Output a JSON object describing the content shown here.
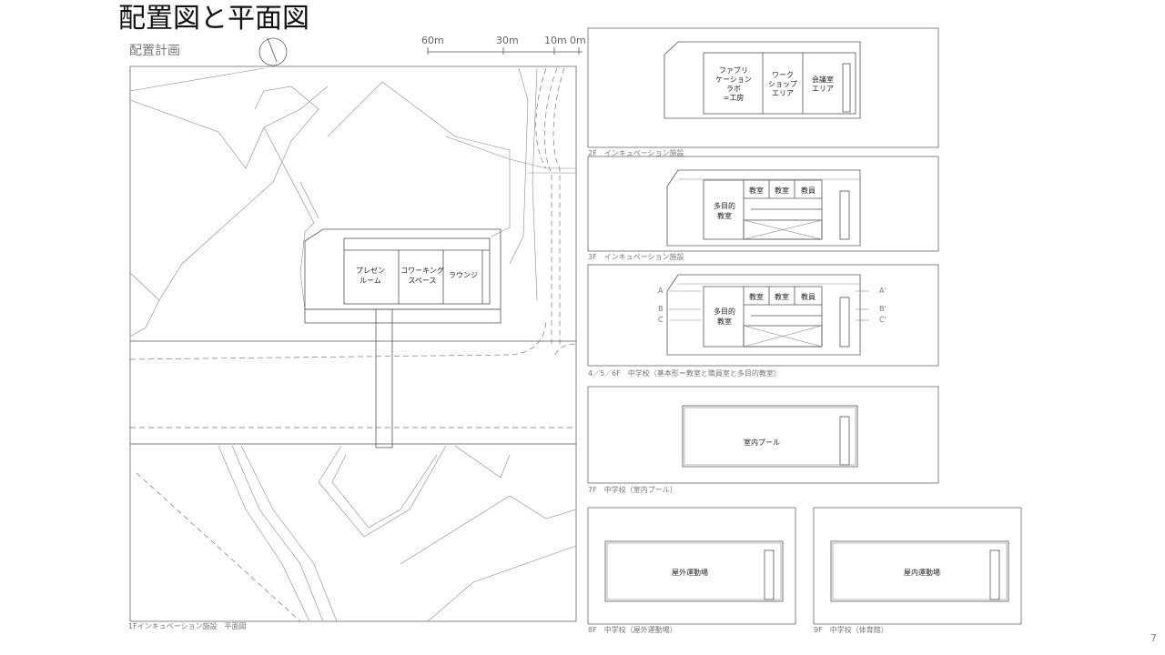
{
  "title": "配置図と平面図",
  "subtitle": "配置計画",
  "scale_labels": [
    "60m",
    "30m",
    "10m",
    "0m"
  ],
  "site_plan": {
    "rooms": [
      {
        "lines": [
          "プレゼン",
          "ルーム"
        ]
      },
      {
        "lines": [
          "コワーキング",
          "スペース"
        ]
      },
      {
        "lines": [
          "ラウンジ"
        ]
      }
    ],
    "caption": "1Fインキュベーション施設　平面図"
  },
  "floors": {
    "f2": {
      "caption": "2F　インキュベーション施設",
      "rooms": [
        [
          "ファブリ",
          "ケーション",
          "ラボ",
          "=工房"
        ],
        [
          "ワーク",
          "ショップ",
          "エリア"
        ],
        [
          "会議室",
          "エリア"
        ]
      ]
    },
    "f3": {
      "caption": "3F　インキュベーション施設",
      "rooms": {
        "multi": [
          "多目的",
          "教室"
        ],
        "r1": "教室",
        "r2": "教室",
        "r3": "教員"
      }
    },
    "f456": {
      "caption": "4／5／6F　中学校（基本形＝教室と職員室と多目的教室）",
      "rooms": {
        "multi": [
          "多目的",
          "教室"
        ],
        "r1": "教室",
        "r2": "教室",
        "r3": "教員"
      },
      "sections": [
        "A",
        "B",
        "C",
        "A'",
        "B'",
        "C'"
      ]
    },
    "f7": {
      "caption": "7F　中学校（室内プール）",
      "room": "室内プール"
    },
    "f8": {
      "caption": "8F　中学校（屋外運動場）",
      "room": "屋外運動場"
    },
    "f9": {
      "caption": "9F　中学校（体育館）",
      "room": "屋内運動場"
    }
  },
  "page_number": "7"
}
